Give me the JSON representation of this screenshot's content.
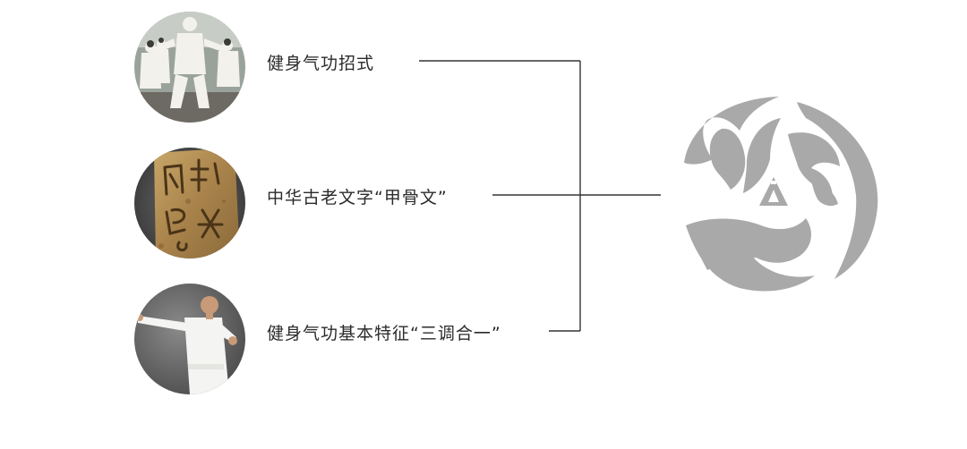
{
  "items": [
    {
      "label": "健身气功招式",
      "image": "qigong-group-practice-photo"
    },
    {
      "label": "中华古老文字“甲骨文”",
      "image": "oracle-bone-inscription-photo"
    },
    {
      "label": "健身气功基本特征“三调合一”",
      "image": "qigong-master-pose-photo"
    }
  ],
  "logo": {
    "icon": "qigong-emblem-icon",
    "color": "#a9a9a9"
  },
  "colors": {
    "line": "#333333",
    "text": "#2b2b2b"
  }
}
